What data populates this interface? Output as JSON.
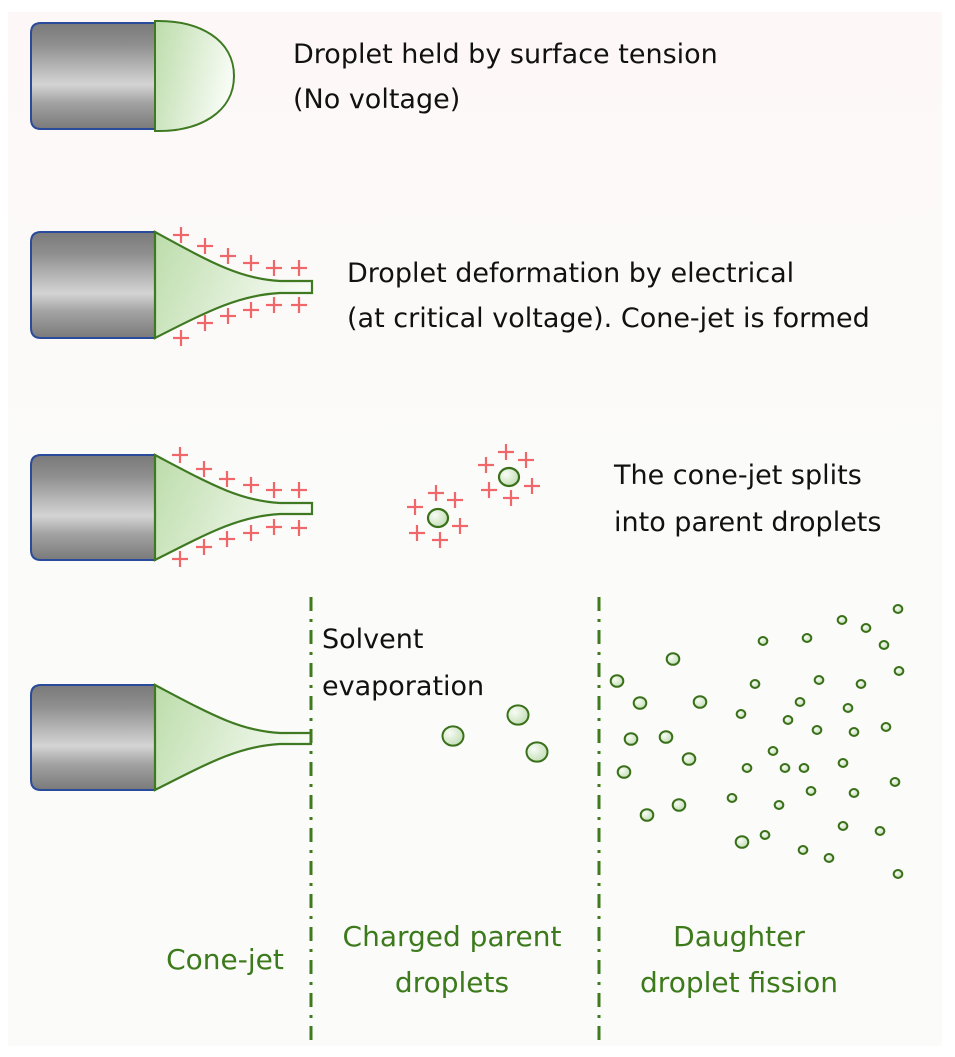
{
  "colors": {
    "nozzle_border": "#2a4a9c",
    "nozzle_dark": "#7b7b7b",
    "nozzle_light": "#d2d2d2",
    "liquid_stroke": "#3f7a22",
    "liquid_fill_dark": "#bcdcaa",
    "liquid_fill_light": "#f4faf1",
    "charge": "#f0676a",
    "divider": "#3f7a1f",
    "section_label": "#3c7a1c",
    "text": "#111111"
  },
  "stages": [
    {
      "id": "no-voltage",
      "caption": [
        "Droplet held by surface tension",
        "(No voltage)"
      ],
      "shape": "hemisphere",
      "charged": false
    },
    {
      "id": "critical-voltage",
      "caption": [
        "Droplet deformation by electrical",
        "(at critical voltage). Cone-jet is formed"
      ],
      "shape": "cone-jet",
      "charged": true
    },
    {
      "id": "jet-split",
      "caption": [
        "The cone-jet splits",
        "into parent droplets"
      ],
      "shape": "cone-jet",
      "charged": true,
      "parent_droplets": 2,
      "charges_per_droplet": 6
    },
    {
      "id": "evaporation",
      "caption": [
        "Solvent",
        "evaporation"
      ],
      "shape": "cone-jet",
      "charged": false
    }
  ],
  "charge_symbol": "+",
  "sections": [
    {
      "id": "cone-jet",
      "label": [
        "Cone-jet"
      ]
    },
    {
      "id": "parent",
      "label": [
        "Charged parent",
        "droplets"
      ]
    },
    {
      "id": "daughter",
      "label": [
        "Daughter",
        "droplet fission"
      ]
    }
  ]
}
